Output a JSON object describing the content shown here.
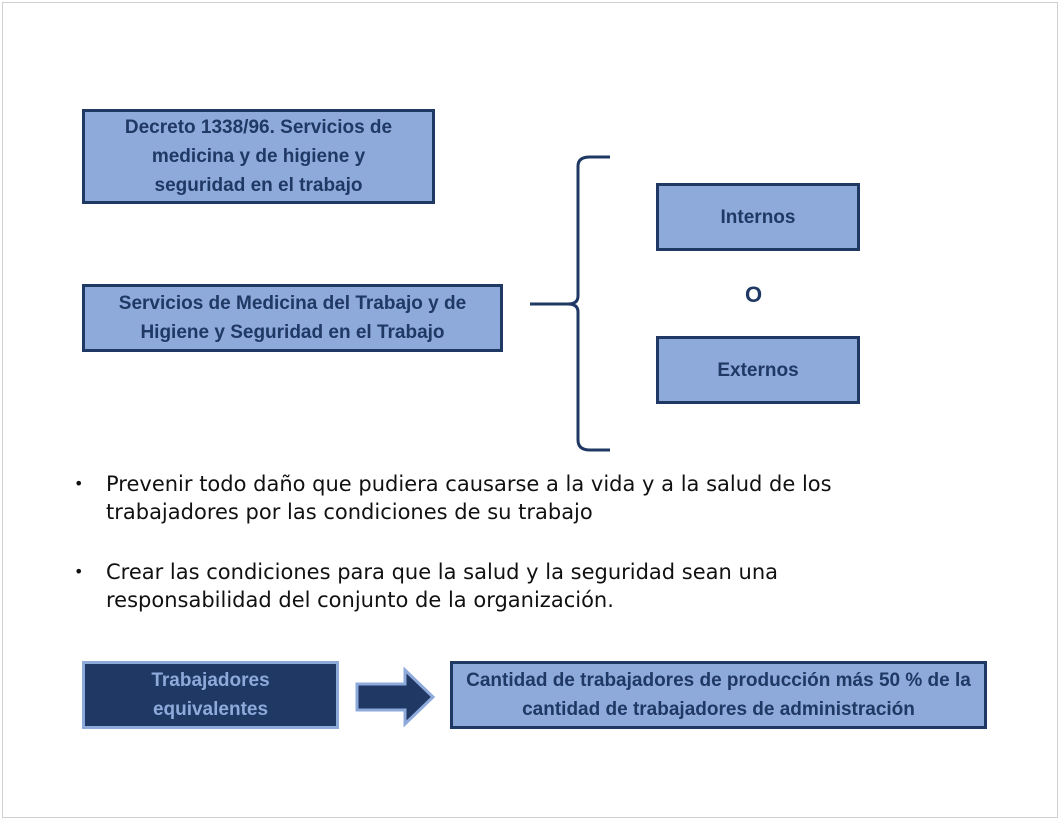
{
  "boxes": {
    "decreto": "Decreto 1338/96. Servicios de medicina y de higiene y seguridad en el trabajo",
    "servicios": "Servicios de Medicina del Trabajo y de Higiene y Seguridad en el Trabajo",
    "internos": "Internos",
    "separator": "O",
    "externos": "Externos"
  },
  "bullets": [
    {
      "marker": "•",
      "text": "Prevenir todo daño que pudiera causarse a la vida y a la salud de los trabajadores por las condiciones de su trabajo"
    },
    {
      "marker": "•",
      "text": "Crear las condiciones para que la salud y la seguridad sean una responsabilidad del conjunto de la organización."
    }
  ],
  "formula": {
    "term": "Trabajadores equivalentes",
    "definition": "Cantidad de trabajadores de producción más 50 % de la cantidad de trabajadores de administración"
  },
  "colors": {
    "dark": "#1f3864",
    "light": "#8eaadb"
  }
}
